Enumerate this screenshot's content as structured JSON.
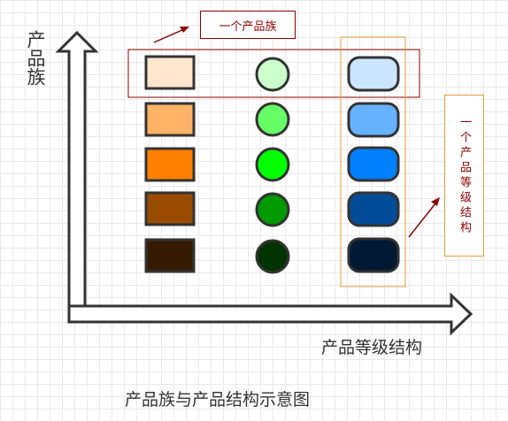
{
  "diagram": {
    "y_axis_label": "产品族",
    "x_axis_label": "产品等级结构",
    "family_label": "一个产品族",
    "structure_label": "一个产品等级结构",
    "caption": "产品族与产品结构示意图",
    "colors": {
      "rect": [
        "#ffe6cc",
        "#ffb366",
        "#ff8000",
        "#994c00",
        "#331a00"
      ],
      "circle": [
        "#ccffcc",
        "#66ff66",
        "#00ff00",
        "#009900",
        "#003300"
      ],
      "pill": [
        "#cce5ff",
        "#66b2ff",
        "#0080ff",
        "#004c99",
        "#001933"
      ],
      "axis": "#333333",
      "annotation": "#8b0000",
      "structure_box": "#e39b3c"
    }
  }
}
